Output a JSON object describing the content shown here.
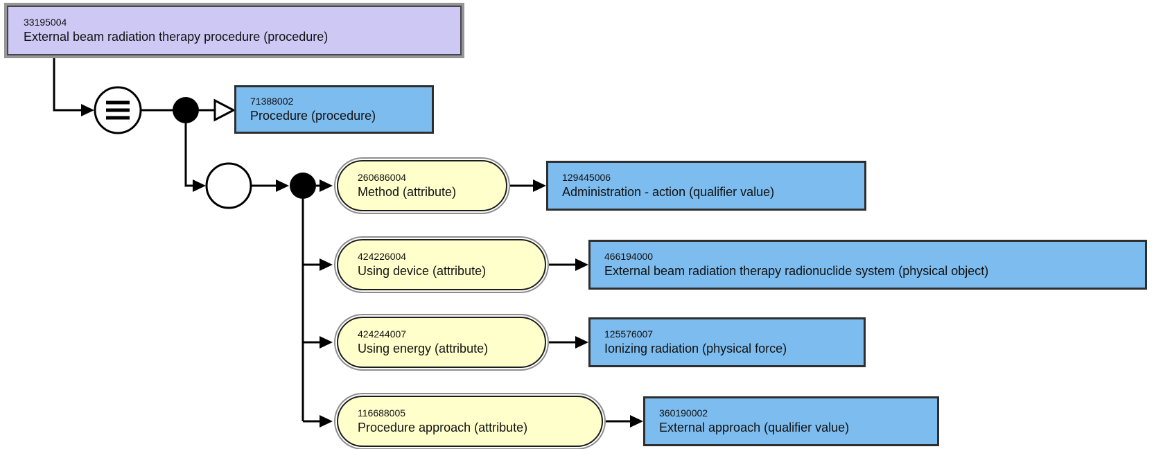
{
  "diagram_type": "SNOMED CT concept definition diagram",
  "colors": {
    "fully_defined_concept_fill": "#cdc9f4",
    "concept_fill": "#7dbcee",
    "attribute_fill": "#ffffcc",
    "connector": "#000000"
  },
  "icons": {
    "fully_defined_icon": "≡",
    "conjunction_node_icon": "●",
    "isa_arrow_icon": "▷",
    "attribute_group_icon": "○",
    "arrowhead_icon": "▶"
  },
  "nodes": {
    "root": {
      "id": "33195004",
      "term": "External beam radiation therapy procedure (procedure)"
    },
    "parent": {
      "id": "71388002",
      "term": "Procedure (procedure)"
    },
    "relationships": [
      {
        "attribute": {
          "id": "260686004",
          "term": "Method (attribute)"
        },
        "target": {
          "id": "129445006",
          "term": "Administration - action (qualifier value)"
        }
      },
      {
        "attribute": {
          "id": "424226004",
          "term": "Using device (attribute)"
        },
        "target": {
          "id": "466194000",
          "term": "External beam radiation therapy radionuclide system (physical object)"
        }
      },
      {
        "attribute": {
          "id": "424244007",
          "term": "Using energy (attribute)"
        },
        "target": {
          "id": "125576007",
          "term": "Ionizing radiation (physical force)"
        }
      },
      {
        "attribute": {
          "id": "116688005",
          "term": "Procedure approach (attribute)"
        },
        "target": {
          "id": "360190002",
          "term": "External approach (qualifier value)"
        }
      }
    ]
  }
}
